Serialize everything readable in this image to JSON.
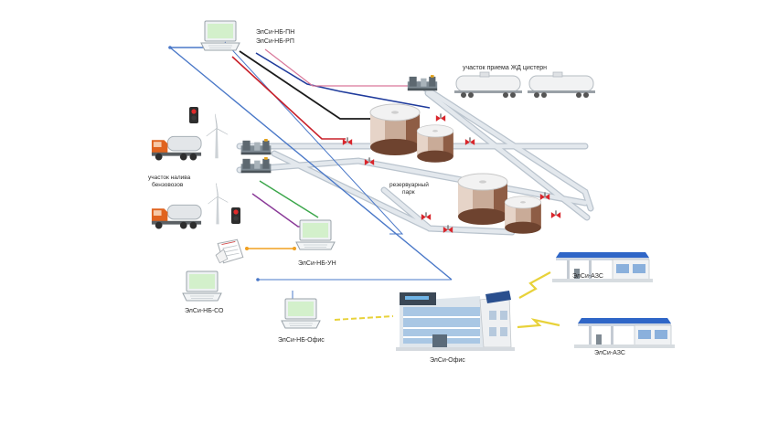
{
  "labels": {
    "nb_pn": "ЭлСи-НБ-ПН",
    "nb_rp": "ЭлСи-НБ-РП",
    "rail_section": "участок приема ЖД цистерн",
    "loading_line1": "участок налива",
    "loading_line2": "бензовозов",
    "tank_farm_line1": "резервуарный",
    "tank_farm_line2": "парк",
    "nb_un": "ЭлСи-НБ-УН",
    "nb_so": "ЭлСи-НБ-СО",
    "nb_office": "ЭлСи-НБ-Офис",
    "office": "ЭлСи-Офис",
    "azs_1": "ЭлСи-АЗС",
    "azs_2": "ЭлСи-АЗС"
  },
  "colors": {
    "pipe": "#d7dee6",
    "pipe_edge": "#b9c3cd",
    "link_blue": "#4a78c8",
    "link_black": "#1b1b1b",
    "link_navy": "#1f3b9c",
    "link_red": "#c8202a",
    "link_pink": "#d9789a",
    "link_green": "#3aa64a",
    "link_purple": "#8a3a98",
    "link_orange": "#f0a020",
    "wireless_yellow": "#e8d23a",
    "tank_body": "#d3b8a6",
    "tank_shade": "#7a4d38",
    "truck_cab": "#e0631f",
    "station_roof": "#2f66c7"
  },
  "icons": [
    "laptop-icon",
    "rail-tank-car-icon",
    "storage-tank-icon",
    "pump-unit-icon",
    "valve-icon",
    "fuel-truck-icon",
    "wind-turbine-icon",
    "traffic-light-icon",
    "document-icon",
    "office-building-icon",
    "gas-station-icon",
    "wireless-link-icon"
  ]
}
